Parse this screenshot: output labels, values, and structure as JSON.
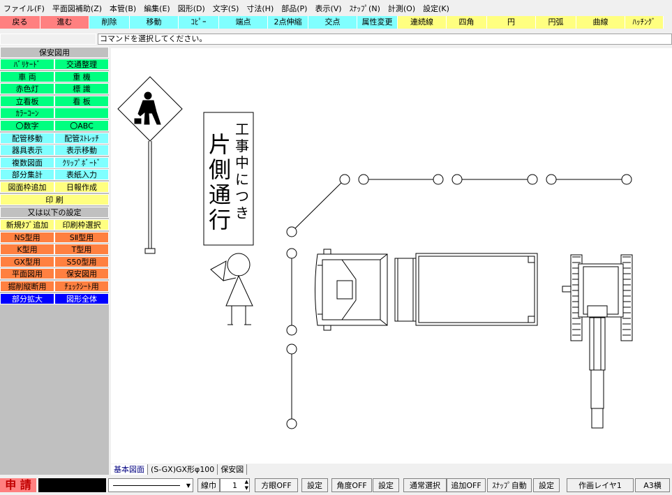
{
  "menu": [
    "ファイル(F)",
    "平面図補助(Z)",
    "本管(B)",
    "編集(E)",
    "図形(D)",
    "文字(S)",
    "寸法(H)",
    "部品(P)",
    "表示(V)",
    "ｽﾅｯﾌﾟ(N)",
    "計測(O)",
    "設定(K)"
  ],
  "toolbar": [
    {
      "label": "戻る",
      "color": "#ff8080"
    },
    {
      "label": "進む",
      "color": "#ff8080"
    },
    {
      "label": "削除",
      "color": "#80ffff"
    },
    {
      "label": "移動",
      "color": "#80ffff"
    },
    {
      "label": "ｺﾋﾟｰ",
      "color": "#80ffff"
    },
    {
      "label": "端点",
      "color": "#80ffff"
    },
    {
      "label": "2点伸縮",
      "color": "#80ffff"
    },
    {
      "label": "交点",
      "color": "#80ffff"
    },
    {
      "label": "属性変更",
      "color": "#80ffff"
    },
    {
      "label": "連続線",
      "color": "#ffff80"
    },
    {
      "label": "四角",
      "color": "#ffff80"
    },
    {
      "label": "円",
      "color": "#ffff80"
    },
    {
      "label": "円弧",
      "color": "#ffff80"
    },
    {
      "label": "曲線",
      "color": "#ffff80"
    },
    {
      "label": "ﾊｯﾁﾝｸﾞ",
      "color": "#ffff80"
    }
  ],
  "command_prompt": "コマンドを選択してください。",
  "left_panel": {
    "section1_title": "保安図用",
    "section2_title": "又は以下の設定",
    "print": "印 刷",
    "rows": [
      [
        {
          "label": "ﾊﾞﾘｹｰﾄﾞ",
          "color": "#00ff80"
        },
        {
          "label": "交通整理",
          "color": "#00ff80"
        }
      ],
      [
        {
          "label": "車 両",
          "color": "#00ff80"
        },
        {
          "label": "重 機",
          "color": "#00ff80"
        }
      ],
      [
        {
          "label": "赤色灯",
          "color": "#00ff80"
        },
        {
          "label": "標 識",
          "color": "#00ff80"
        }
      ],
      [
        {
          "label": "立看板",
          "color": "#00ff80"
        },
        {
          "label": "看 板",
          "color": "#00ff80"
        }
      ],
      [
        {
          "label": "ｶﾗｰｺｰﾝ",
          "color": "#00ff80"
        },
        {
          "label": "",
          "color": "#00ff80"
        }
      ],
      [
        {
          "label": "〇数字",
          "color": "#00ff80"
        },
        {
          "label": "〇ABC",
          "color": "#00ff80"
        }
      ],
      [
        {
          "label": "配管移動",
          "color": "#80ffff"
        },
        {
          "label": "配管ｽﾄﾚｯﾁ",
          "color": "#80ffff"
        }
      ],
      [
        {
          "label": "器具表示",
          "color": "#80ffff"
        },
        {
          "label": "表示移動",
          "color": "#80ffff"
        }
      ],
      [
        {
          "label": "複数図面",
          "color": "#80ffff"
        },
        {
          "label": "ｸﾘｯﾌﾟﾎﾞｰﾄﾞ",
          "color": "#80ffff"
        }
      ],
      [
        {
          "label": "部分集計",
          "color": "#80ffff"
        },
        {
          "label": "表紙入力",
          "color": "#80ffff"
        }
      ],
      [
        {
          "label": "図面枠追加",
          "color": "#ffff80"
        },
        {
          "label": "日報作成",
          "color": "#ffff80"
        }
      ]
    ],
    "rows2": [
      [
        {
          "label": "新規ﾀﾌﾞ追加",
          "color": "#ffff80"
        },
        {
          "label": "印刷枠選択",
          "color": "#ffff80"
        }
      ],
      [
        {
          "label": "NS型用",
          "color": "#ff8040"
        },
        {
          "label": "SⅡ型用",
          "color": "#ff8040"
        }
      ],
      [
        {
          "label": "K型用",
          "color": "#ff8040"
        },
        {
          "label": "T型用",
          "color": "#ff8040"
        }
      ],
      [
        {
          "label": "GX型用",
          "color": "#ff8040"
        },
        {
          "label": "S50型用",
          "color": "#ff8040"
        }
      ],
      [
        {
          "label": "平面図用",
          "color": "#ff8040"
        },
        {
          "label": "保安図用",
          "color": "#ff8040"
        }
      ],
      [
        {
          "label": "掘削縦断用",
          "color": "#ff8040"
        },
        {
          "label": "ﾁｪｯｸｼｰﾄ用",
          "color": "#ff8040"
        }
      ],
      [
        {
          "label": "部分拡大",
          "color": "#0000ff",
          "text": "#ffffff"
        },
        {
          "label": "図形全体",
          "color": "#0000ff",
          "text": "#ffffff"
        }
      ]
    ]
  },
  "canvas": {
    "sign_text_small": "工事中につき",
    "sign_text_large": "片側通行"
  },
  "tabs": [
    "基本図面",
    "(S-GX)GX形φ100",
    "保安図"
  ],
  "status": {
    "apply": "申 請",
    "line_width_label": "線巾",
    "line_width_value": "1",
    "grid": "方眼OFF",
    "settings": "設定",
    "angle": "角度OFF",
    "normal_select": "通常選択",
    "add": "追加OFF",
    "snap": "ｽﾅｯﾌﾟ自動",
    "layer": "作画レイヤ1",
    "paper": "A3横"
  }
}
